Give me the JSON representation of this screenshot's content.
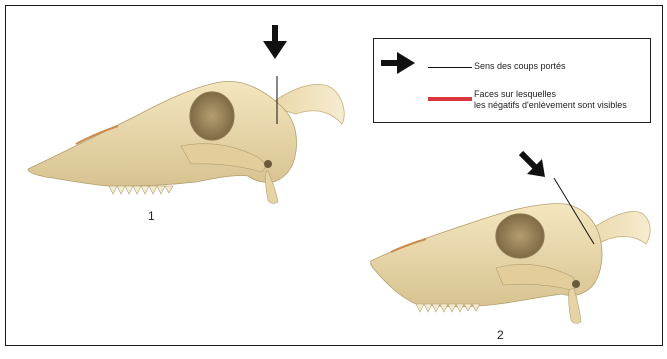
{
  "legend": {
    "line1": "Sens des coups portés",
    "line2": "Faces sur lesquelles",
    "line3": "les négatifs d'enlèvement sont visibles"
  },
  "labels": {
    "skull_1": "1",
    "skull_2": "2"
  },
  "colors": {
    "bone": "#ead9ad",
    "bone_shadow": "#c9b584",
    "orbit": "#a58f61",
    "red_marker": "#d9363e",
    "arrow": "#111111"
  }
}
